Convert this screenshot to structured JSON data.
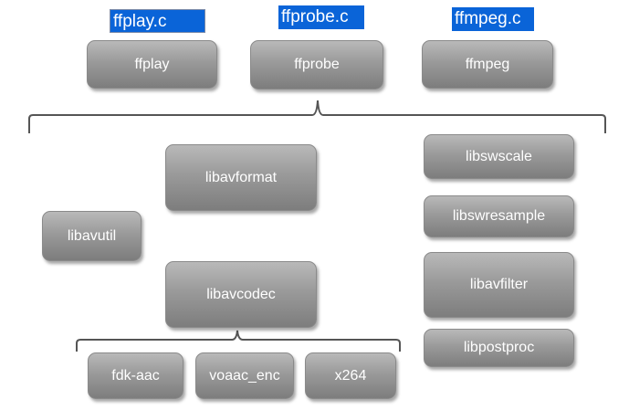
{
  "sources": {
    "ffplay_c": "ffplay.c",
    "ffprobe_c": "ffprobe.c",
    "ffmpeg_c": "ffmpeg.c"
  },
  "programs": {
    "ffplay": "ffplay",
    "ffprobe": "ffprobe",
    "ffmpeg": "ffmpeg"
  },
  "libraries": {
    "libavformat": "libavformat",
    "libavutil": "libavutil",
    "libavcodec": "libavcodec",
    "libswscale": "libswscale",
    "libswresample": "libswresample",
    "libavfilter": "libavfilter",
    "libpostproc": "libpostproc"
  },
  "codecs": {
    "fdk_aac": "fdk-aac",
    "voaac_enc": "voaac_enc",
    "x264": "x264"
  }
}
